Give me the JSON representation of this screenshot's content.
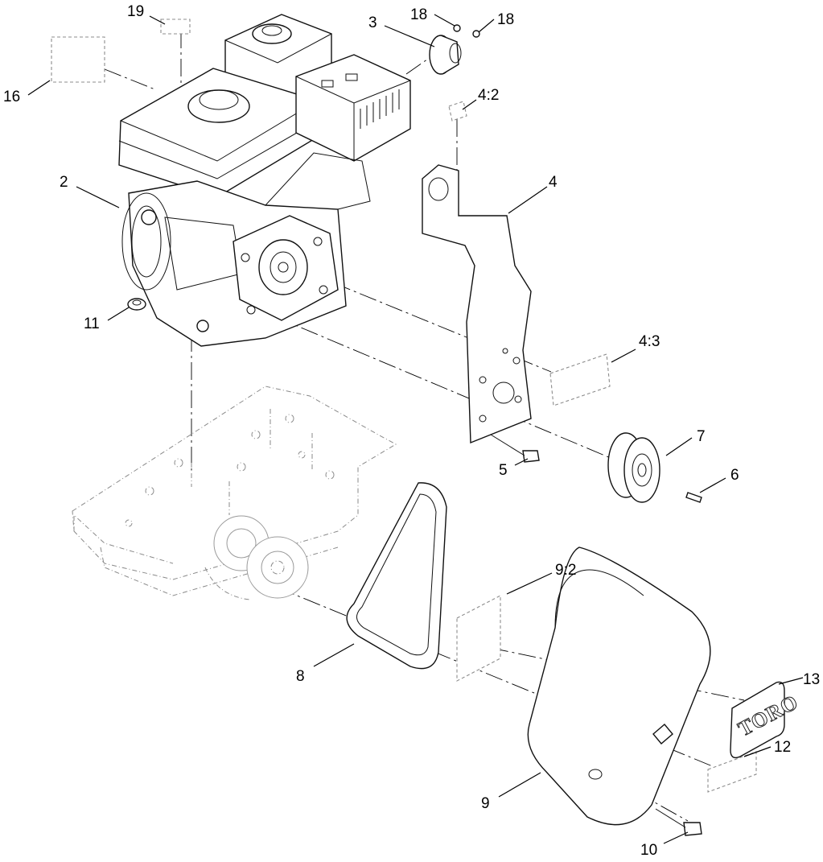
{
  "callouts": {
    "c19": "19",
    "c16": "16",
    "c3": "3",
    "c18a": "18",
    "c18b": "18",
    "c4_2": "4:2",
    "c2": "2",
    "c4": "4",
    "c11": "11",
    "c4_3": "4:3",
    "c7": "7",
    "c5": "5",
    "c6": "6",
    "c9_2": "9:2",
    "c8": "8",
    "c13": "13",
    "c12": "12",
    "c9": "9",
    "c10": "10"
  },
  "logo": {
    "text": "TORO"
  },
  "colors": {
    "line": "#111111",
    "ghost": "#8a8a8a",
    "background": "#ffffff"
  }
}
